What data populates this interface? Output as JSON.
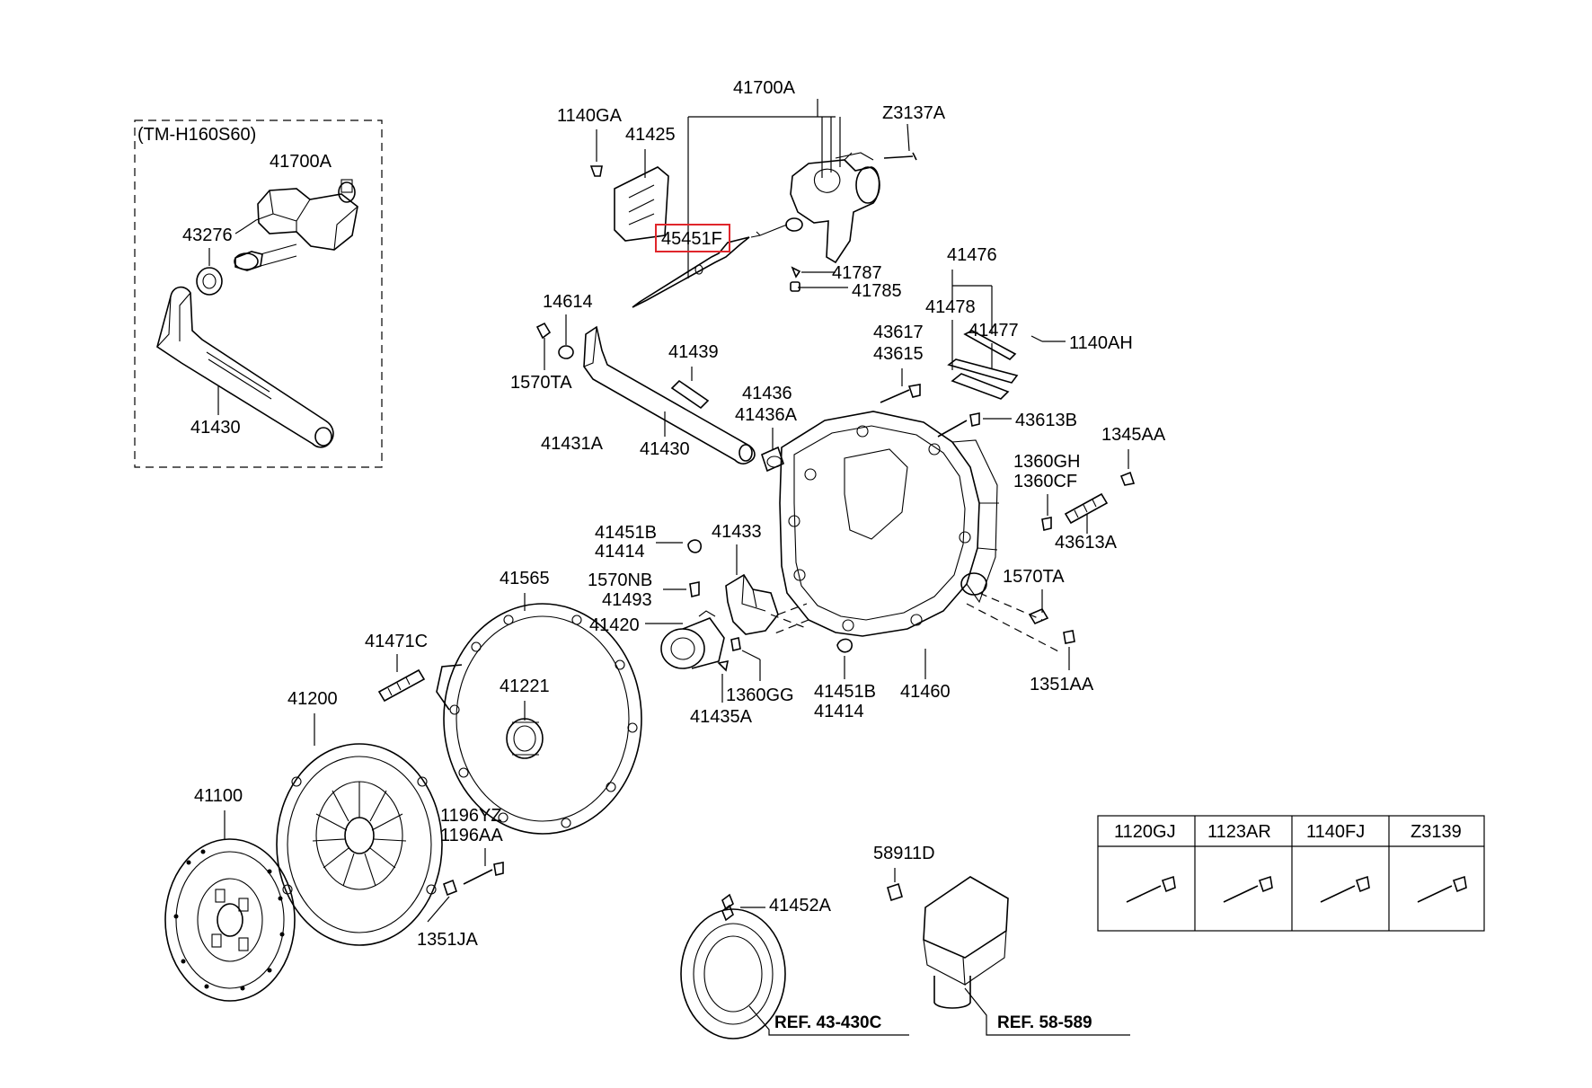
{
  "variant": {
    "label": "(TM-H160S60)"
  },
  "callouts": {
    "c41700A_top": "41700A",
    "c1140GA": "1140GA",
    "c41425": "41425",
    "c45451F": "45451F",
    "cZ3137A": "Z3137A",
    "c41787": "41787",
    "c41785": "41785",
    "c41700A_box": "41700A",
    "c43276": "43276",
    "c41430_box": "41430",
    "c14614": "14614",
    "c1570TA_a": "1570TA",
    "c41439": "41439",
    "c41436": "41436",
    "c41436A": "41436A",
    "c41431A": "41431A",
    "c41430": "41430",
    "c41476": "41476",
    "c41478": "41478",
    "c41477": "41477",
    "c1140AH": "1140AH",
    "c43617": "43617",
    "c43615": "43615",
    "c43613B": "43613B",
    "c1360GH": "1360GH",
    "c1360CF": "1360CF",
    "c1345AA": "1345AA",
    "c43613A": "43613A",
    "c41451B_a": "41451B",
    "c41414_a": "41414",
    "c41433": "41433",
    "c1570NB": "1570NB",
    "c41493": "41493",
    "c41420": "41420",
    "c1570TA_b": "1570TA",
    "c41565": "41565",
    "c41471C": "41471C",
    "c41221": "41221",
    "c41200": "41200",
    "c1360GG": "1360GG",
    "c41435A": "41435A",
    "c41451B_b": "41451B",
    "c41414_b": "41414",
    "c41460": "41460",
    "c1351AA": "1351AA",
    "c41100": "41100",
    "c1196YZ": "1196YZ",
    "c1196AA": "1196AA",
    "c1351JA": "1351JA",
    "c58911D": "58911D",
    "c41452A": "41452A"
  },
  "refs": {
    "ref_43_430C": "REF. 43-430C",
    "ref_58_589": "REF. 58-589"
  },
  "bolt_table": {
    "headers": [
      "1120GJ",
      "1123AR",
      "1140FJ",
      "Z3139"
    ]
  },
  "highlight": {
    "part": "45451F",
    "color": "#e0262b"
  }
}
